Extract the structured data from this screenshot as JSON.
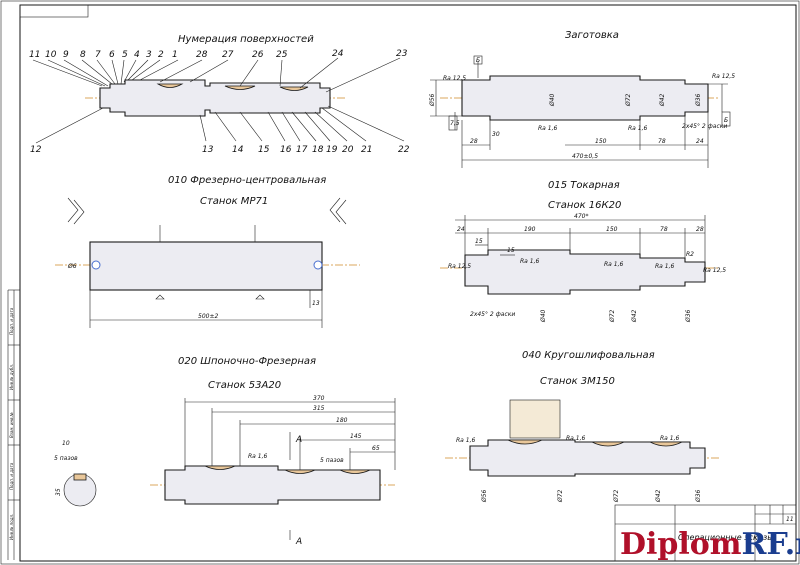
{
  "sheet": {
    "frame_label": "Операционные эскизы",
    "sheet_number": "11",
    "side_stamp": [
      "Инв.№ подл.",
      "Подп. и дата",
      "Взам. инв.№",
      "Инв.№ дубл.",
      "Подп. и дата"
    ]
  },
  "numbering": {
    "title": "Нумерация поверхностей",
    "top_numbers": [
      "11",
      "10",
      "9",
      "8",
      "7",
      "6",
      "5",
      "4",
      "3",
      "2",
      "1",
      "28",
      "27",
      "26",
      "25",
      "24",
      "23"
    ],
    "bottom_numbers": [
      "12",
      "13",
      "14",
      "15",
      "16",
      "17",
      "18",
      "19",
      "20",
      "21",
      "22"
    ]
  },
  "blank": {
    "title": "Заготовка",
    "roughness": [
      "Ra 12,5",
      "Ra 12,5",
      "Ra 1,6",
      "Ra 1,6"
    ],
    "diameters": [
      "Ø56",
      "Ø40",
      "Ø72",
      "Ø42",
      "Ø36"
    ],
    "lengths": [
      "28",
      "30",
      "150",
      "78",
      "24",
      "470±0,5"
    ],
    "chamfer": "2х45° 2 фаски",
    "section_marks": [
      "Б",
      "Б",
      "7,5"
    ]
  },
  "op010": {
    "title": "010 Фрезерно-центровальная",
    "machine": "Станок МР71",
    "length": "500±2",
    "side_dim": "13",
    "diameter": "Ø6"
  },
  "op015": {
    "title": "015 Токарная",
    "machine": "Станок 16К20",
    "overall": "470*",
    "lengths": [
      "24",
      "190",
      "150",
      "78",
      "28"
    ],
    "small_dims": [
      "15",
      "15"
    ],
    "roughness": [
      "Ra 12,5",
      "Ra 1,6",
      "Ra 1,6",
      "Ra 1,6",
      "Ra 12,5"
    ],
    "diameters": [
      "Ø40",
      "Ø72",
      "Ø42",
      "Ø36"
    ],
    "chamfer": "2х45° 2 фаски",
    "radius": "R2"
  },
  "op020": {
    "title": "020 Шпоночно-Фрезерная",
    "machine": "Станок 53А20",
    "dims": [
      "370",
      "315",
      "180",
      "145",
      "65"
    ],
    "roughness": "Ra 1,6",
    "key_width": "5 пазов",
    "section_label": "А",
    "section_dims": [
      "10",
      "5 пазов",
      "35"
    ]
  },
  "op040": {
    "title": "040 Кругошлифовальная",
    "machine": "Станок 3М150",
    "roughness": [
      "Ra 1,6",
      "Ra 1,6",
      "Ra 1,6"
    ],
    "diameters": [
      "Ø56",
      "Ø72",
      "Ø72",
      "Ø42",
      "Ø36"
    ]
  },
  "watermark": {
    "part1": "Diplom",
    "part2": "RF.ru"
  }
}
